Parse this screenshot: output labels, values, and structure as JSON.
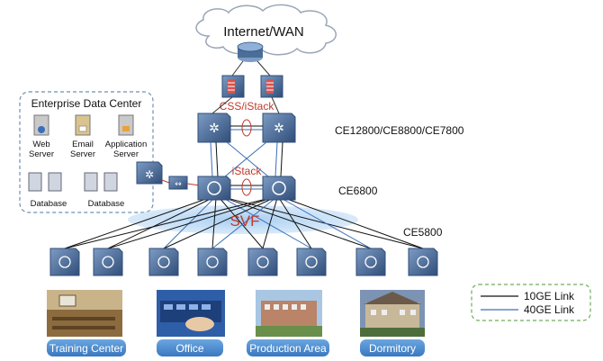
{
  "cloud": {
    "label": "Internet/WAN"
  },
  "protocols": {
    "core": "CSS/iStack",
    "agg": "iStack",
    "fabric": "SVF"
  },
  "tiers": {
    "core": "CE12800/CE8800/CE7800",
    "agg": "CE6800",
    "access": "CE5800"
  },
  "enterprise": {
    "title": "Enterprise Data Center",
    "servers": [
      {
        "line1": "Web",
        "line2": "Server"
      },
      {
        "line1": "Email",
        "line2": "Server"
      },
      {
        "line1": "Application",
        "line2": "Server"
      }
    ],
    "databases": [
      "Database",
      "Database"
    ]
  },
  "legend": {
    "line1": "10GE Link",
    "line2": "40GE Link",
    "color1": "#111111",
    "color2": "#3a6fb8"
  },
  "locations": [
    {
      "label": "Training Center"
    },
    {
      "label": "Office"
    },
    {
      "label": "Production Area"
    },
    {
      "label": "Dormitory"
    }
  ],
  "colors": {
    "accent": "#4a8fd0",
    "protocol": "#c0392b",
    "switch": "#4b6e99"
  }
}
